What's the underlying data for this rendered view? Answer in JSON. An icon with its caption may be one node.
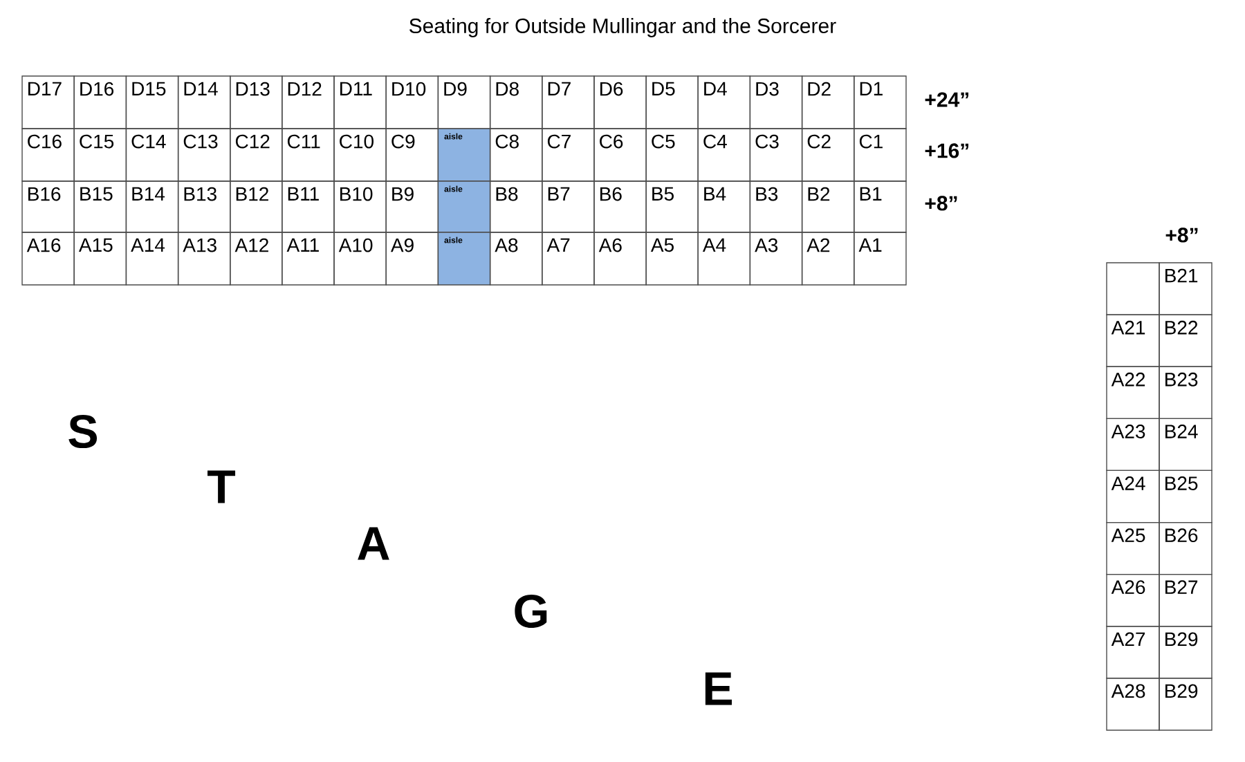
{
  "diagram": {
    "title": "Seating for Outside Mullingar and the Sorcerer",
    "labels": [
      "D17",
      "D16",
      "D15",
      "D14",
      "D13",
      "D12",
      "D11",
      "D10",
      "D9",
      "D8",
      "D7",
      "D6",
      "D5",
      "D4",
      "D3",
      "D2",
      "D1",
      "+24”",
      "C16",
      "C15",
      "C14",
      "C13",
      "C12",
      "C11",
      "C10",
      "C9",
      "aisle",
      "C8",
      "C7",
      "C6",
      "C5",
      "C4",
      "C3",
      "C2",
      "C1",
      "+16”",
      "B16",
      "B15",
      "B14",
      "B13",
      "B12",
      "B11",
      "B10",
      "B9",
      "aisle",
      "B8",
      "B7",
      "B6",
      "B5",
      "B4",
      "B3",
      "B2",
      "B1",
      "+8”",
      "A16",
      "A15",
      "A14",
      "A13",
      "A12",
      "A11",
      "A10",
      "A9",
      "aisle",
      "A8",
      "A7",
      "A6",
      "A5",
      "A4",
      "A3",
      "A2",
      "A1",
      "+8”",
      "B21",
      "A21",
      "B22",
      "A22",
      "B23",
      "A23",
      "B24",
      "A24",
      "B25",
      "A25",
      "B26",
      "A26",
      "B27",
      "A27",
      "B29",
      "A28",
      "B29",
      "S",
      "T",
      "A",
      "G",
      "E"
    ]
  }
}
